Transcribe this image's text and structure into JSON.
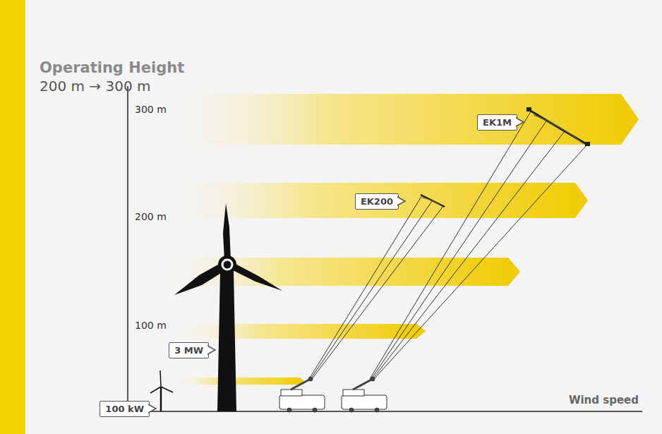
{
  "diagram": {
    "title": "Operating Height",
    "nodes": [
      {
        "text": [
          "EK1M"
        ]
      },
      {
        "text": [
          "EK200"
        ]
      },
      {
        "text": [
          "3 MW"
        ]
      },
      {
        "text": [
          "100 kW"
        ]
      }
    ],
    "labels": [
      "200 m → 300 m",
      "300 m",
      "200 m",
      "100 m",
      "Wind speed"
    ]
  }
}
